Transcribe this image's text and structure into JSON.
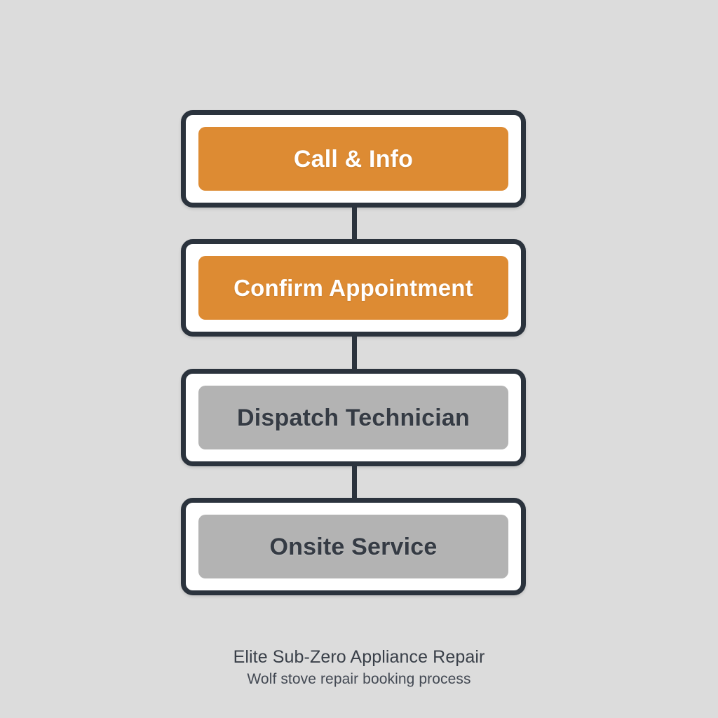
{
  "diagram": {
    "type": "vertical-process-flow",
    "background_color": "#dcdcdc",
    "border_color": "#2b333d",
    "accent_color": "#dd8b33",
    "muted_color": "#b3b3b3",
    "steps": [
      {
        "label": "Call & Info",
        "fill": "accent",
        "text_color": "#ffffff"
      },
      {
        "label": "Confirm Appointment",
        "fill": "accent",
        "text_color": "#ffffff"
      },
      {
        "label": "Dispatch Technician",
        "fill": "muted",
        "text_color": "#353b44"
      },
      {
        "label": "Onsite Service",
        "fill": "muted",
        "text_color": "#353b44"
      }
    ]
  },
  "caption": {
    "title": "Elite Sub-Zero Appliance Repair",
    "subtitle": "Wolf stove repair booking process"
  }
}
